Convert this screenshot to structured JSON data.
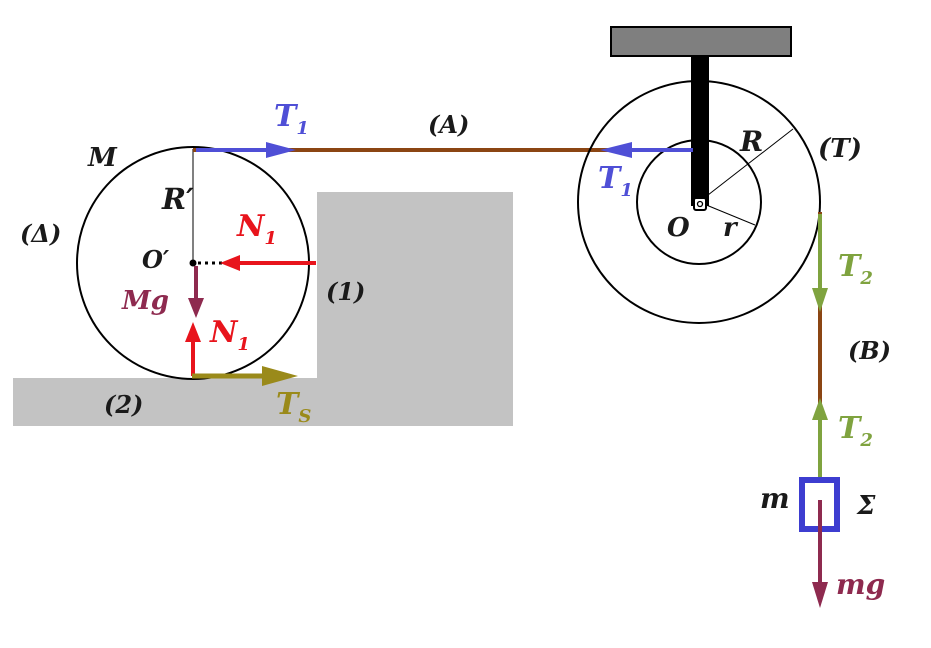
{
  "colors": {
    "background": "#ffffff",
    "support": "#c3c3c3",
    "ceiling": "#7f7f7f",
    "rod": "#000000",
    "rope": "#8b4513",
    "tension_T1": "#4f4fd6",
    "tension_T2": "#7fa33f",
    "normal_force": "#e8141c",
    "weight": "#8e2a4f",
    "friction": "#9a8a1a",
    "mass_block": "#3d3dd0",
    "label": "#1a1a1a"
  },
  "labels": {
    "cylinder_mass": "M",
    "cylinder_name": "(Δ)",
    "cylinder_radius": "R′",
    "cylinder_center": "O′",
    "contact_1": "(1)",
    "contact_2": "(2)",
    "rope_A": "(A)",
    "rope_B": "(B)",
    "pulley_name": "(T)",
    "pulley_big_radius": "R",
    "pulley_small_radius": "r",
    "pulley_center": "O",
    "hanging_mass": "m",
    "system": "Σ"
  },
  "forces": {
    "T1_top": {
      "base": "T",
      "sub": "1"
    },
    "T1_pulley": {
      "base": "T",
      "sub": "1"
    },
    "N1": {
      "base": "N",
      "sub": "1"
    },
    "N2": {
      "base": "N",
      "sub": "1"
    },
    "Mg": "Mg",
    "Ts": {
      "base": "T",
      "sub": "S"
    },
    "T2_top": {
      "base": "T",
      "sub": "2"
    },
    "T2_bottom": {
      "base": "T",
      "sub": "2"
    },
    "mg": "mg"
  }
}
